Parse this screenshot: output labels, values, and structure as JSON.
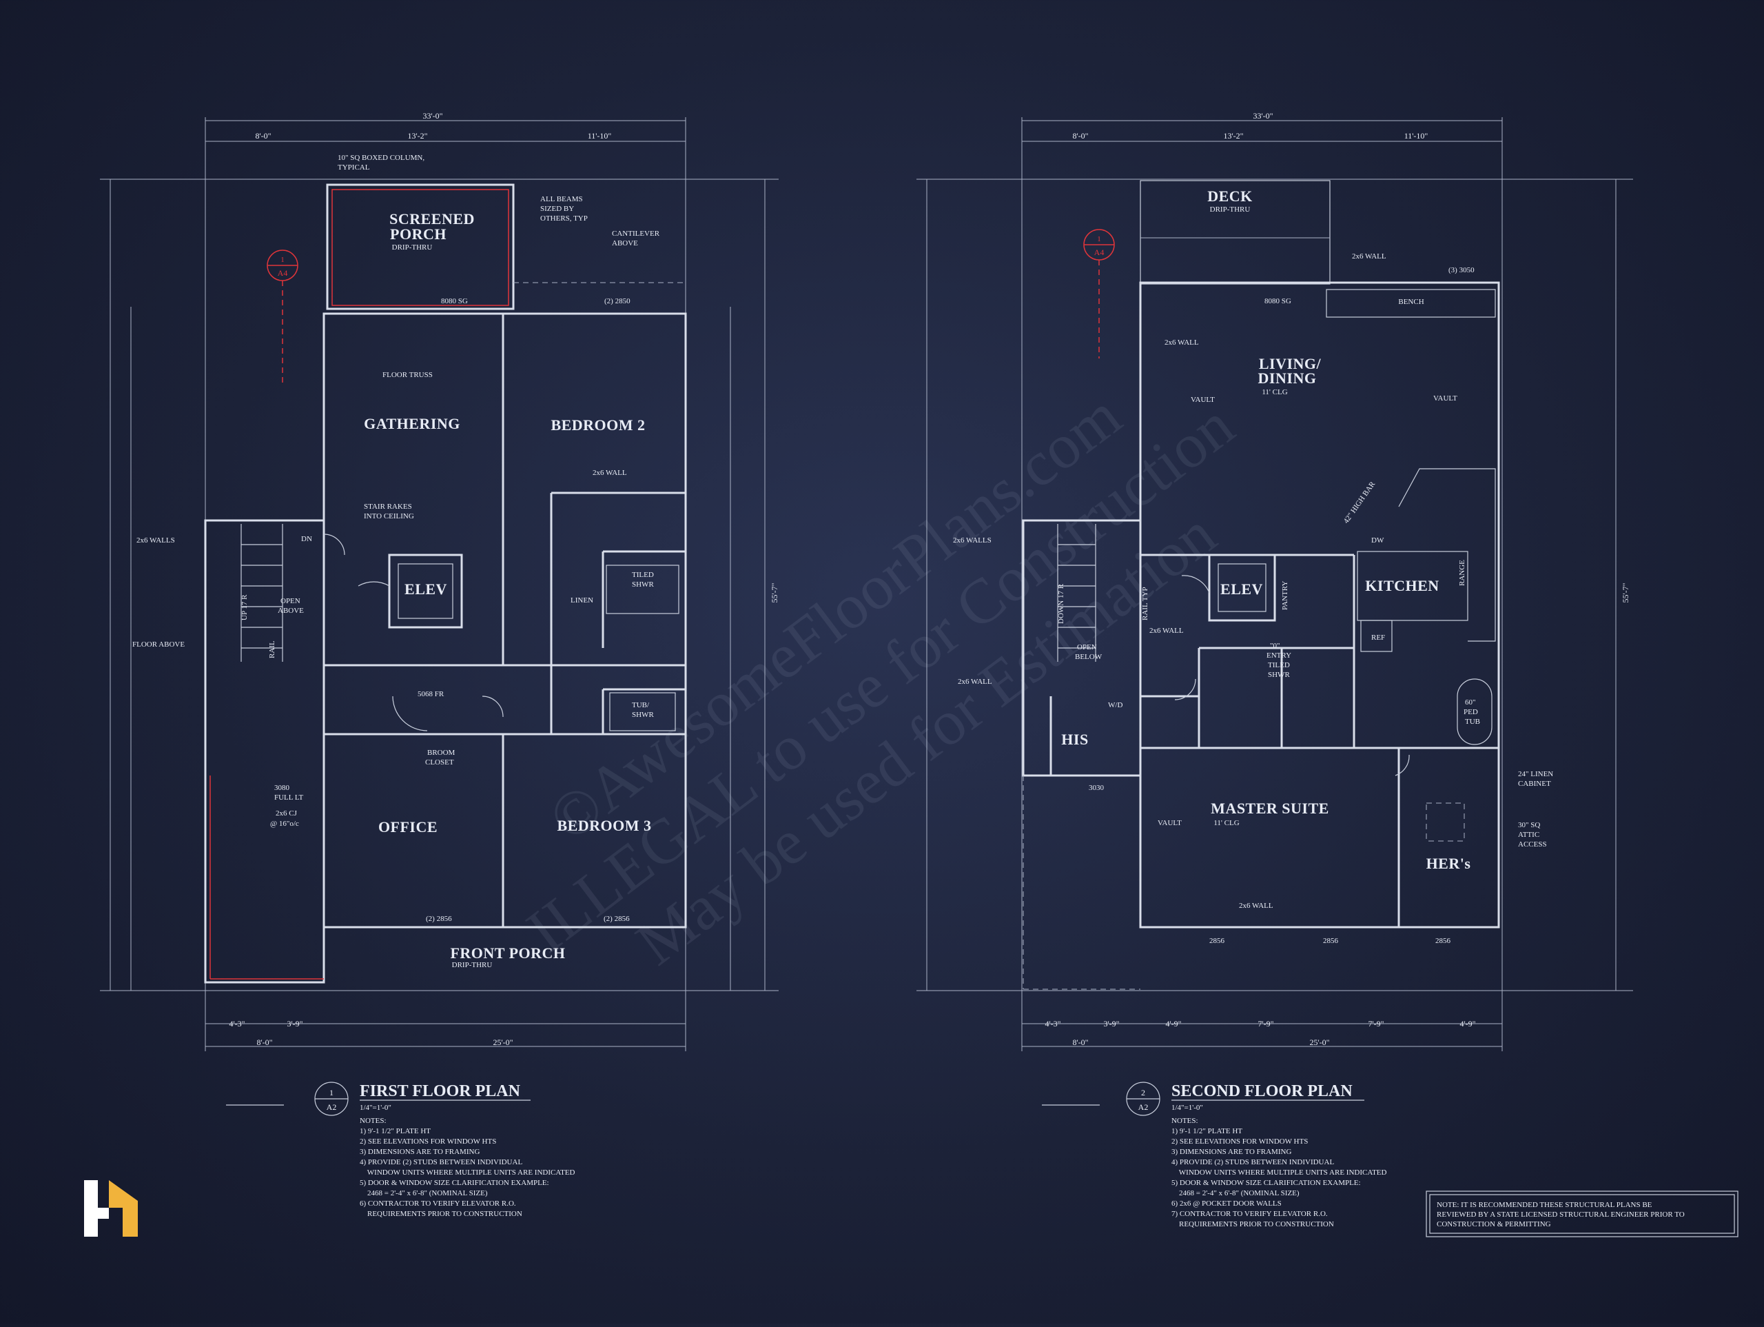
{
  "plans": [
    {
      "title": "FIRST FLOOR PLAN",
      "number": "1",
      "sheet": "A2",
      "scale": "1/4\"=1'-0\"",
      "notes_heading": "NOTES:",
      "notes": [
        "1) 9'-1 1/2\" PLATE HT",
        "2) SEE ELEVATIONS FOR WINDOW HTS",
        "3) DIMENSIONS ARE TO FRAMING",
        "4) PROVIDE (2) STUDS BETWEEN INDIVIDUAL",
        "    WINDOW UNITS WHERE MULTIPLE UNITS ARE INDICATED",
        "5) DOOR & WINDOW SIZE CLARIFICATION EXAMPLE:",
        "    2468 = 2'-4\" x 6'-8\" (NOMINAL SIZE)",
        "6) CONTRACTOR TO VERIFY ELEVATOR R.O.",
        "    REQUIREMENTS PRIOR TO CONSTRUCTION"
      ],
      "section_mark": {
        "num": "1",
        "sheet": "A4"
      },
      "overall_width": "33'-0\"",
      "overall_depth": "55'-7\"",
      "top_dims": [
        "8'-0\"",
        "13'-2\"",
        "11'-10\""
      ],
      "bottom_dims": [
        "4'-3\"",
        "3'-9\"",
        "8'-0\"",
        "25'-0\""
      ],
      "rooms": {
        "screened": "SCREENED",
        "porch": "PORCH",
        "drip": "DRIP-THRU",
        "gathering": "GATHERING",
        "bedroom2": "BEDROOM 2",
        "elev": "ELEV",
        "office": "OFFICE",
        "bedroom3": "BEDROOM 3",
        "front_porch": "FRONT PORCH"
      },
      "labels": {
        "boxed_col": "10\" SQ BOXED COLUMN,",
        "typical": "TYPICAL",
        "beams1": "ALL BEAMS",
        "beams2": "SIZED BY",
        "beams3": "OTHERS, TYP",
        "cant1": "CANTILEVER",
        "cant2": "ABOVE",
        "win_8080": "8080 SG",
        "win_2850": "(2) 2850",
        "floor_truss": "FLOOR TRUSS",
        "stair_rakes1": "STAIR RAKES",
        "stair_rakes2": "INTO CEILING",
        "walls_2x6": "2x6 WALLS",
        "floor_above": "FLOOR ABOVE",
        "open_above1": "OPEN",
        "open_above2": "ABOVE",
        "linen": "LINEN",
        "tiled_shwr": "TILED",
        "shwr": "SHWR",
        "tub_shwr": "TUB/",
        "tub_shwr2": "SHWR",
        "broom1": "BROOM",
        "broom2": "CLOSET",
        "full_lt1": "3080",
        "full_lt2": "FULL LT",
        "cj1": "2x6 CJ",
        "cj2": "@ 16\"o/c",
        "win_2856": "(2) 2856",
        "fr": "5068 FR",
        "wall_2x6": "2x6 WALL",
        "dn": "DN",
        "up": "UP 17 R",
        "rail": "RAIL"
      }
    },
    {
      "title": "SECOND FLOOR PLAN",
      "number": "2",
      "sheet": "A2",
      "scale": "1/4\"=1'-0\"",
      "notes_heading": "NOTES:",
      "notes": [
        "1) 9'-1 1/2\" PLATE HT",
        "2) SEE ELEVATIONS FOR WINDOW HTS",
        "3) DIMENSIONS ARE TO FRAMING",
        "4) PROVIDE (2) STUDS BETWEEN INDIVIDUAL",
        "    WINDOW UNITS WHERE MULTIPLE UNITS ARE INDICATED",
        "5) DOOR & WINDOW SIZE CLARIFICATION EXAMPLE:",
        "    2468 = 2'-4\" x 6'-8\" (NOMINAL SIZE)",
        "6) 2x6 @ POCKET DOOR WALLS",
        "7) CONTRACTOR TO VERIFY ELEVATOR R.O.",
        "    REQUIREMENTS PRIOR TO CONSTRUCTION"
      ],
      "section_mark": {
        "num": "1",
        "sheet": "A4"
      },
      "overall_width": "33'-0\"",
      "overall_depth": "55'-7\"",
      "top_dims": [
        "8'-0\"",
        "13'-2\"",
        "11'-10\""
      ],
      "bottom_dims": [
        "4'-3\"",
        "3'-9\"",
        "4'-9\"",
        "7'-9\"",
        "7'-9\"",
        "4'-9\"",
        "8'-0\"",
        "25'-0\""
      ],
      "rooms": {
        "deck": "DECK",
        "deck_drip": "DRIP-THRU",
        "living1": "LIVING/",
        "living2": "DINING",
        "living_clg": "11' CLG",
        "kitchen": "KITCHEN",
        "elev": "ELEV",
        "his": "HIS",
        "master": "MASTER SUITE",
        "master_clg": "11' CLG",
        "hers": "HER's"
      },
      "labels": {
        "bench": "BENCH",
        "win_3050": "(3) 3050",
        "win_8080": "8080 SG",
        "wall_2x6": "2x6 WALL",
        "walls_2x6": "2x6 WALLS",
        "vault": "VAULT",
        "high_bar": "42\" HIGH BAR",
        "dw": "DW",
        "range": "RANGE",
        "ref": "REF",
        "pantry": "PANTRY",
        "open_below1": "OPEN",
        "open_below2": "BELOW",
        "down": "DOWN 17 R",
        "rail_typ": "RAIL TYP",
        "entry1": "\"0\"",
        "entry2": "ENTRY",
        "entry3": "TILED",
        "entry4": "SHWR",
        "wd": "W/D",
        "tub1": "60\"",
        "tub2": "PED",
        "tub3": "TUB",
        "linen1": "24\" LINEN",
        "linen2": "CABINET",
        "attic1": "30\" SQ",
        "attic2": "ATTIC",
        "attic3": "ACCESS",
        "win_2856": "2856",
        "win_3030": "3030"
      }
    }
  ],
  "structural_note": [
    "NOTE: IT IS RECOMMENDED THESE STRUCTURAL PLANS BE",
    "REVIEWED BY A STATE LICENSED STRUCTURAL ENGINEER PRIOR TO",
    "CONSTRUCTION & PERMITTING"
  ],
  "watermark": [
    "©AwesomeFloorPlans.com",
    "ILLEGAL to use for Construction",
    "May be used for Estimation"
  ],
  "logo": "brand-logo",
  "colors": {
    "background": "#1c2238",
    "lines": "#d9deea",
    "accent": "#e0353a",
    "logo_accent": "#f1b33b"
  }
}
